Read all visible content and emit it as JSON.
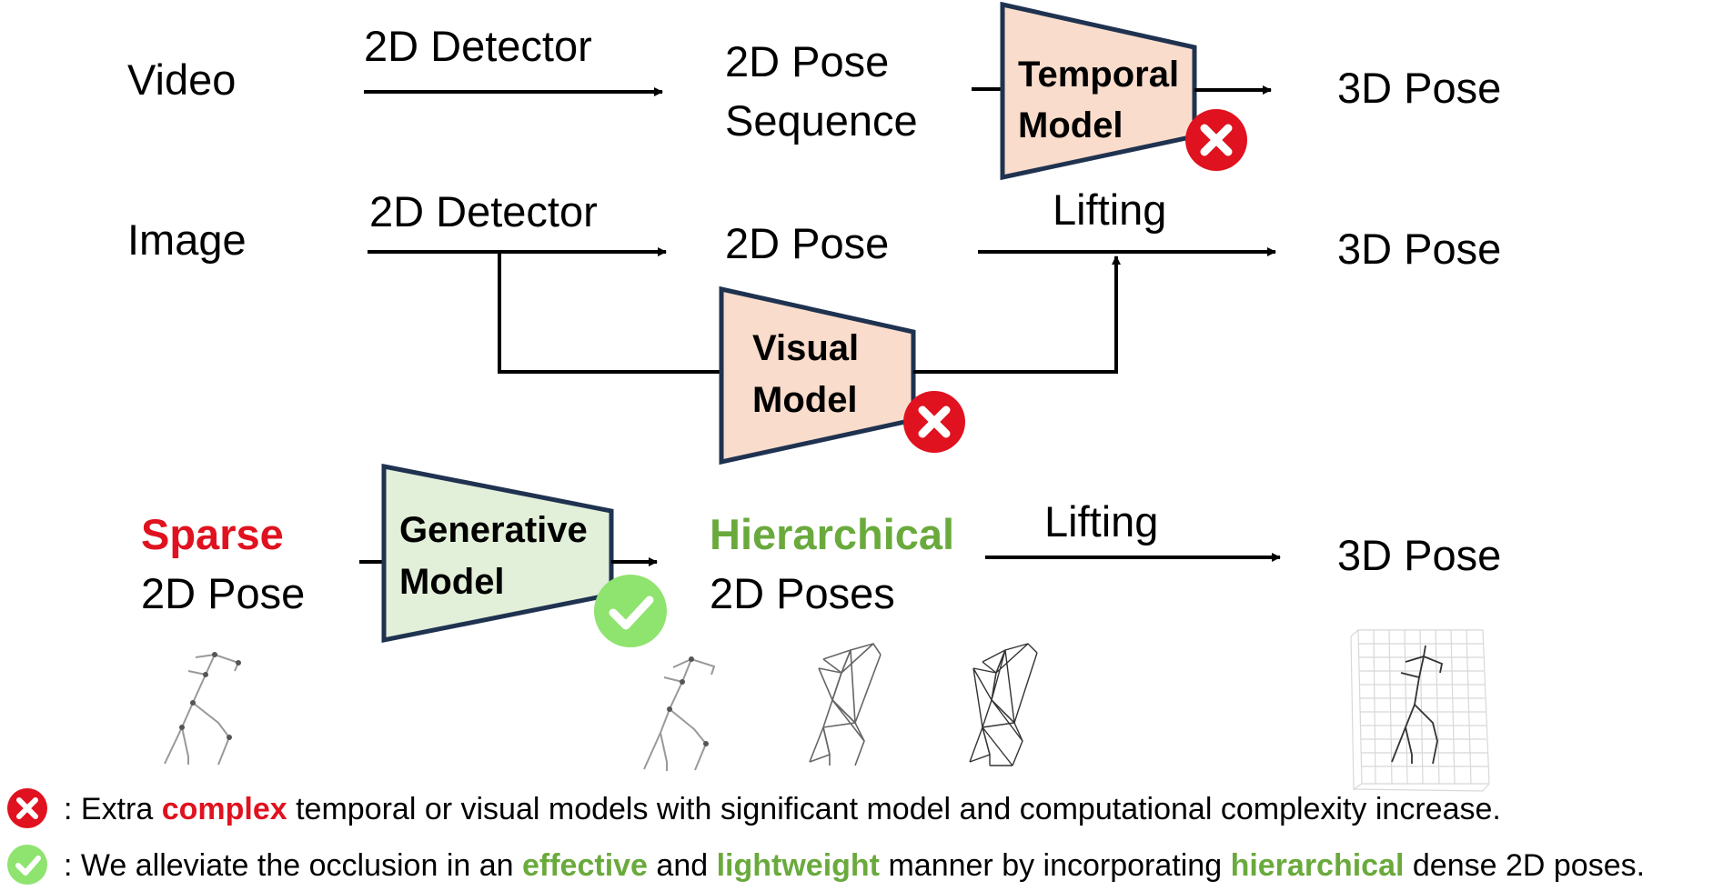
{
  "colors": {
    "red": "#e0121f",
    "green": "#6aaa3d",
    "box_orange_fill": "#f9dccb",
    "box_green_fill": "#e2efd9",
    "box_stroke": "#1f3250",
    "check_green": "#8fe36f"
  },
  "row1": {
    "input": "Video",
    "arrow_label": "2D Detector",
    "mid_line1": "2D Pose",
    "mid_line2": "Sequence",
    "box_line1": "Temporal",
    "box_line2": "Model",
    "output": "3D Pose"
  },
  "row2": {
    "input": "Image",
    "arrow_label": "2D Detector",
    "mid": "2D Pose",
    "lift_label": "Lifting",
    "output": "3D Pose",
    "box_line1": "Visual",
    "box_line2": "Model"
  },
  "row3": {
    "input_emph": "Sparse",
    "input_line2": "2D Pose",
    "box_line1": "Generative",
    "box_line2": "Model",
    "mid_emph": "Hierarchical",
    "mid_line2": "2D Poses",
    "lift_label": "Lifting",
    "output": "3D Pose"
  },
  "icons": {
    "cross": "cross-badge-icon",
    "check": "check-badge-icon"
  },
  "legend": {
    "cross_text_a": ": Extra ",
    "cross_emph": "complex",
    "cross_text_b": " temporal or visual models with significant model and computational complexity increase.",
    "check_text_a": ": We alleviate the occlusion in an ",
    "check_emph1": "effective",
    "check_text_b": " and ",
    "check_emph2": "lightweight",
    "check_text_c": " manner by incorporating ",
    "check_emph3": "hierarchical",
    "check_text_d": " dense 2D poses."
  }
}
